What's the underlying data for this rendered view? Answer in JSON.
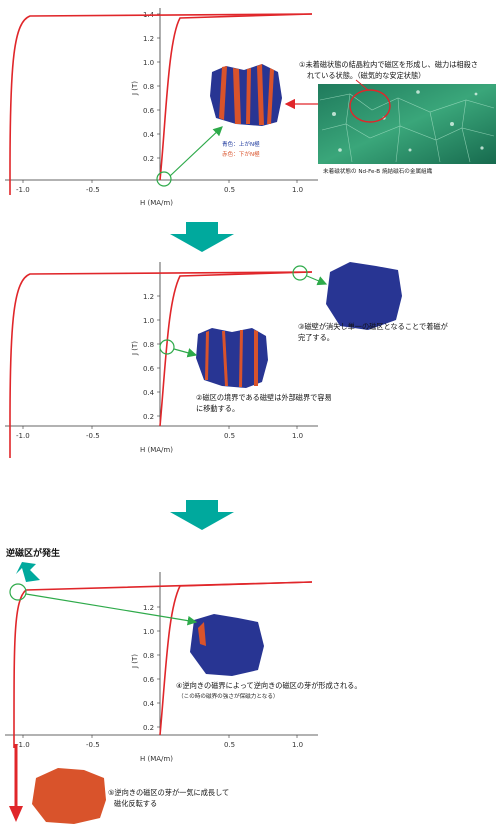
{
  "panel1": {
    "x_ticks": [
      "-1.0",
      "-0.5",
      "0.5",
      "1.0"
    ],
    "y_ticks": [
      "1.4",
      "1.2",
      "1.0",
      "0.8",
      "0.6",
      "0.4",
      "0.2"
    ],
    "xlabel": "H (MA/m)",
    "ylabel": "J (T)",
    "note_line1": "①未着磁状態の結晶粒内で磁区を形成し、磁力は相殺さ",
    "note_line2": "れている状態。（磁気的な安定状態）",
    "legend_blue": "青色：上がN極",
    "legend_orange": "赤色：下がN極",
    "photo_caption": "未着磁状態の Nd-Fe-B 焼結磁石の金属組織"
  },
  "panel2": {
    "x_ticks": [
      "-1.0",
      "-0.5",
      "0.5",
      "1.0"
    ],
    "y_ticks": [
      "1.2",
      "1.0",
      "0.8",
      "0.6",
      "0.4",
      "0.2"
    ],
    "xlabel": "H (MA/m)",
    "ylabel": "J (T)",
    "note3_line1": "③磁壁が消失し単一の磁区となることで着磁が",
    "note3_line2": "完了する。",
    "note2_line1": "②磁区の境界である磁壁は外部磁界で容易",
    "note2_line2": "に移動する。"
  },
  "panel3": {
    "x_ticks": [
      "-1.0",
      "-0.5",
      "0.5",
      "1.0"
    ],
    "y_ticks": [
      "1.2",
      "1.0",
      "0.8",
      "0.6",
      "0.4",
      "0.2"
    ],
    "xlabel": "H (MA/m)",
    "ylabel": "J (T)",
    "reverse_label": "逆磁区が発生",
    "note4_line1": "④逆向きの磁界によって逆向きの磁区の芽が形成される。",
    "note4_line2": "（この時の磁界の強さが保磁力となる）",
    "note5_line1": "⑤逆向きの磁区の芽が一気に成長して",
    "note5_line2": "磁化反転する"
  },
  "colors": {
    "curve": "#e0262a",
    "blue_domain": "#283593",
    "orange_domain": "#d9532b",
    "teal_arrow": "#00a99d",
    "green_marker": "#2eaa4a",
    "legend_blue_text": "#1e3a9e",
    "legend_orange_text": "#d9532b"
  }
}
